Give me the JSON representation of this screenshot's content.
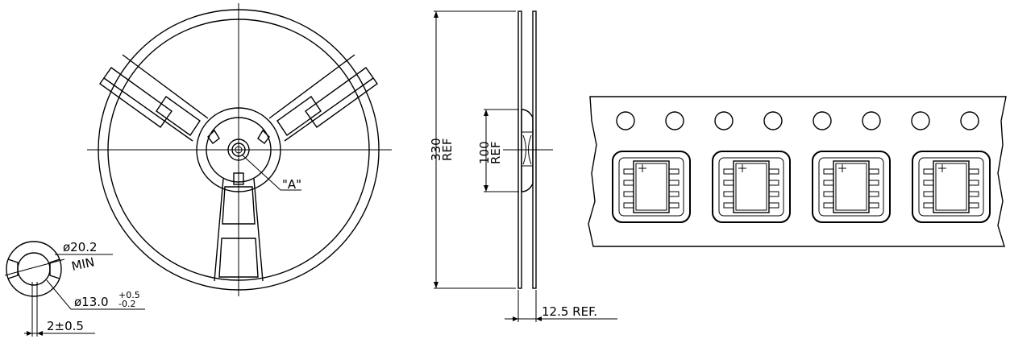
{
  "reel_front": {
    "label_a": "\"A\""
  },
  "reel_detail": {
    "dia_outer": "ø20.2",
    "dia_outer_note": "MIN",
    "dia_inner": "ø13.0",
    "dia_inner_tol_plus": "+0.5",
    "dia_inner_tol_minus": "-0.2",
    "slot_width": "2±0.5"
  },
  "reel_side": {
    "overall_value": "330",
    "overall_ref": "REF",
    "hub_value": "100",
    "hub_ref": "REF",
    "width_label": "12.5 REF."
  },
  "tape": {
    "sprocket_holes": 8,
    "pockets": 4,
    "pins_per_side": 4
  }
}
